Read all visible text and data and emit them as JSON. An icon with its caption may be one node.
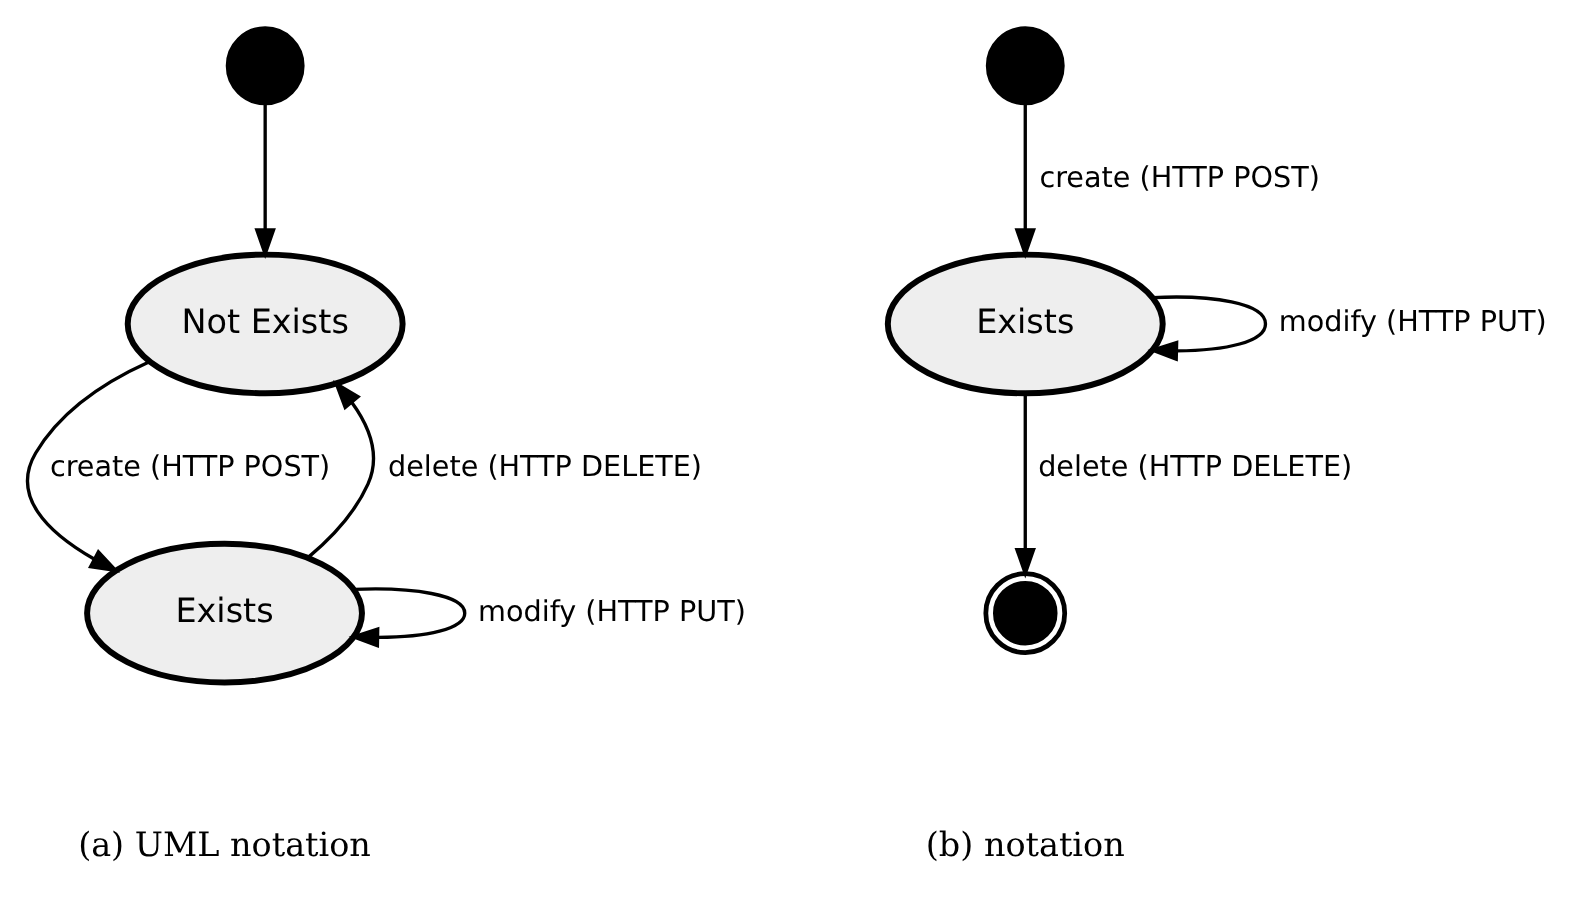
{
  "diagram": {
    "nodes": [
      {
        "text": [],
        "shape": "circle"
      },
      {
        "text": [
          "Not Exists"
        ]
      },
      {
        "text": [
          "Exists"
        ]
      },
      {
        "text": [],
        "shape": "circle"
      },
      {
        "text": [
          "Exists"
        ]
      },
      {
        "text": [],
        "shape": "target"
      }
    ],
    "edges": [
      {
        "from": 0,
        "to": 1,
        "arrow": "to"
      },
      {
        "from": 1,
        "to": 2,
        "arrow": "to",
        "label": "create (HTTP POST)"
      },
      {
        "from": 2,
        "to": 1,
        "arrow": "to",
        "label": "delete (HTTP DELETE)"
      },
      {
        "from": 2,
        "to": 2,
        "arrow": "to",
        "label": "modify (HTTP PUT)"
      },
      {
        "from": 3,
        "to": 4,
        "arrow": "to",
        "label": "create (HTTP POST)"
      },
      {
        "from": 4,
        "to": 4,
        "arrow": "to",
        "label": "modify (HTTP PUT)"
      },
      {
        "from": 4,
        "to": 5,
        "arrow": "to",
        "label": "delete (HTTP DELETE)"
      }
    ],
    "labels": [
      "(a) UML notation",
      "(b) notation"
    ]
  }
}
